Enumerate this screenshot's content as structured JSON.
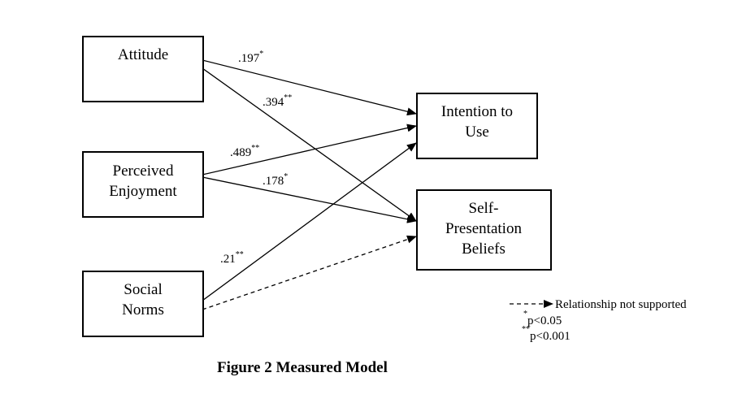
{
  "nodes": {
    "attitude": {
      "label": "Attitude"
    },
    "perceived_enjoyment": {
      "line1": "Perceived",
      "line2": "Enjoyment"
    },
    "social_norms": {
      "line1": "Social",
      "line2": "Norms"
    },
    "intention_to_use": {
      "line1": "Intention to",
      "line2": "Use"
    },
    "self_presentation": {
      "line1": "Self-",
      "line2": "Presentation",
      "line3": "Beliefs"
    }
  },
  "paths": [
    {
      "from": "Attitude",
      "to": "Intention to Use",
      "coef": ".197",
      "sig": "*",
      "supported": true
    },
    {
      "from": "Attitude",
      "to": "Self-Presentation Beliefs",
      "coef": ".394",
      "sig": "**",
      "supported": true
    },
    {
      "from": "Perceived Enjoyment",
      "to": "Intention to Use",
      "coef": ".489",
      "sig": "**",
      "supported": true
    },
    {
      "from": "Perceived Enjoyment",
      "to": "Self-Presentation Beliefs",
      "coef": ".178",
      "sig": "*",
      "supported": true
    },
    {
      "from": "Social Norms",
      "to": "Intention to Use",
      "coef": ".21",
      "sig": "**",
      "supported": true
    },
    {
      "from": "Social Norms",
      "to": "Self-Presentation Beliefs",
      "coef": "",
      "sig": "",
      "supported": false
    }
  ],
  "legend": {
    "dashed_label": "Relationship not supported",
    "p1_star": "*",
    "p1_text": "p<0.05",
    "p2_star": "**",
    "p2_text": "p<0.001"
  },
  "caption": "Figure 2 Measured Model"
}
